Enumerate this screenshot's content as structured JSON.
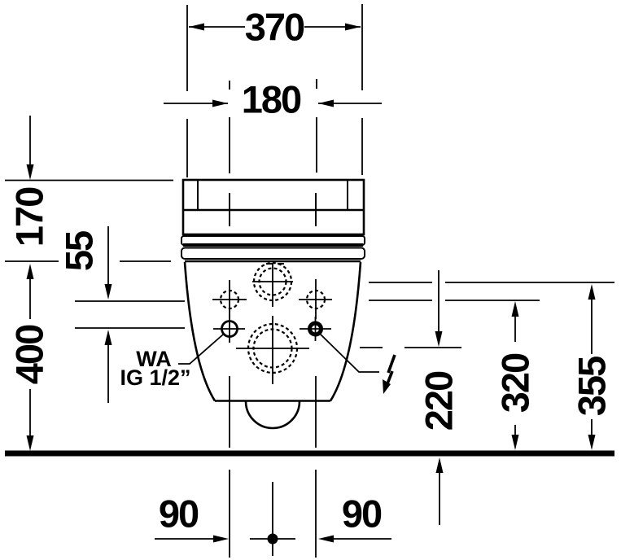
{
  "colors": {
    "line": "#000000",
    "background": "#ffffff"
  },
  "dimensions": {
    "overall_width": "370",
    "hole_spacing": "180",
    "top_to_rim": "170",
    "connection_row_gap": "55",
    "rim_height": "400",
    "outlet_center_height": "220",
    "hole_row_height": "320",
    "supply_center_height": "355",
    "outlet_offset_left": "90",
    "outlet_offset_right": "90"
  },
  "labels": {
    "water_connection_line1": "WA",
    "water_connection_line2": "IG 1/2”"
  },
  "icons": {
    "electrical_connection": "lightning-bolt"
  }
}
